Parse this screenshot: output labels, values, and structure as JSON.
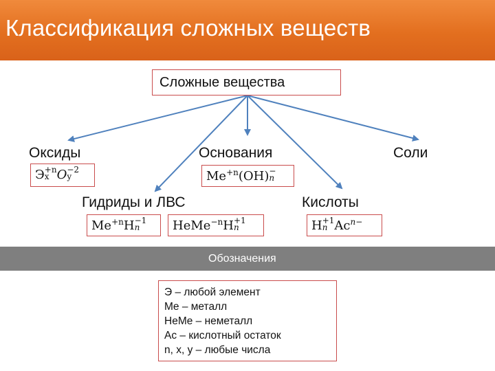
{
  "title": "Классификация сложных веществ",
  "root": "Сложные вещества",
  "categories": {
    "oxides": "Оксиды",
    "bases": "Основания",
    "salts": "Соли",
    "hydrides": "Гидриды и ЛВС",
    "acids": "Кислоты"
  },
  "formulas": {
    "oxides": {
      "el": "Э",
      "el_sup": "+n",
      "el_sub": "x",
      "o": "O",
      "o_sup": "−2",
      "o_sub": "y"
    },
    "bases": {
      "me": "Me",
      "me_sup": "+n",
      "group": "(OH)",
      "g_sup": "−",
      "g_sub": "n"
    },
    "hydrides_metal": {
      "me": "Me",
      "me_sup": "+n",
      "h": "H",
      "h_sup": "−1",
      "h_sub": "n"
    },
    "hydrides_nonmetal": {
      "me": "HeMe",
      "me_sup": "−n",
      "h": "H",
      "h_sup": "+1",
      "h_sub": "n"
    },
    "acids": {
      "h": "H",
      "h_sup": "+1",
      "h_sub": "n",
      "ac": "Ac",
      "ac_sup": "n−"
    }
  },
  "band": "Обозначения",
  "legend": [
    "Э – любой элемент",
    "Me – металл",
    "HeMe – неметалл",
    "Ac – кислотный остаток",
    "n, x, y – любые числа"
  ],
  "colors": {
    "header": "#e36f1f",
    "arrow": "#4f81bd",
    "box_border": "#c94b4b",
    "band": "#7f7f7f"
  }
}
